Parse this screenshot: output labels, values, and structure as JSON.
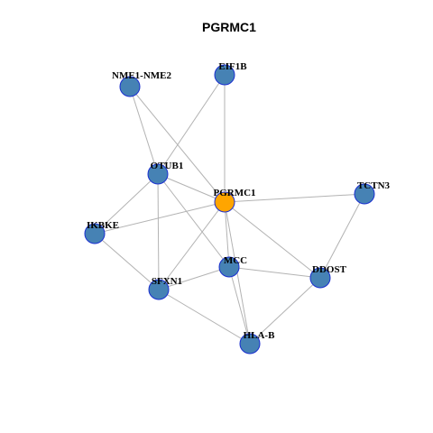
{
  "title": "PGRMC1",
  "colors": {
    "node": "#4682b4",
    "center": "#ffa500",
    "border": "#1a2fd0",
    "edge": "#b3b3b3"
  },
  "nodes": [
    {
      "id": "EIF1B",
      "label": "EIF1B",
      "center": false
    },
    {
      "id": "NME1-NME2",
      "label": "NME1-NME2",
      "center": false
    },
    {
      "id": "OTUB1",
      "label": "OTUB1",
      "center": false
    },
    {
      "id": "PGRMC1",
      "label": "PGRMC1",
      "center": true
    },
    {
      "id": "TCTN3",
      "label": "TCTN3",
      "center": false
    },
    {
      "id": "IKBKE",
      "label": "IKBKE",
      "center": false
    },
    {
      "id": "MCC",
      "label": "MCC",
      "center": false
    },
    {
      "id": "DDOST",
      "label": "DDOST",
      "center": false
    },
    {
      "id": "SFXN1",
      "label": "SFXN1",
      "center": false
    },
    {
      "id": "HLA-B",
      "label": "HLA-B",
      "center": false
    }
  ],
  "edges": [
    [
      "NME1-NME2",
      "OTUB1"
    ],
    [
      "NME1-NME2",
      "PGRMC1"
    ],
    [
      "EIF1B",
      "OTUB1"
    ],
    [
      "EIF1B",
      "PGRMC1"
    ],
    [
      "OTUB1",
      "PGRMC1"
    ],
    [
      "OTUB1",
      "IKBKE"
    ],
    [
      "OTUB1",
      "SFXN1"
    ],
    [
      "OTUB1",
      "MCC"
    ],
    [
      "PGRMC1",
      "TCTN3"
    ],
    [
      "PGRMC1",
      "IKBKE"
    ],
    [
      "PGRMC1",
      "MCC"
    ],
    [
      "PGRMC1",
      "SFXN1"
    ],
    [
      "PGRMC1",
      "DDOST"
    ],
    [
      "PGRMC1",
      "HLA-B"
    ],
    [
      "TCTN3",
      "DDOST"
    ],
    [
      "IKBKE",
      "SFXN1"
    ],
    [
      "MCC",
      "SFXN1"
    ],
    [
      "MCC",
      "DDOST"
    ],
    [
      "MCC",
      "HLA-B"
    ],
    [
      "SFXN1",
      "HLA-B"
    ],
    [
      "DDOST",
      "HLA-B"
    ]
  ]
}
